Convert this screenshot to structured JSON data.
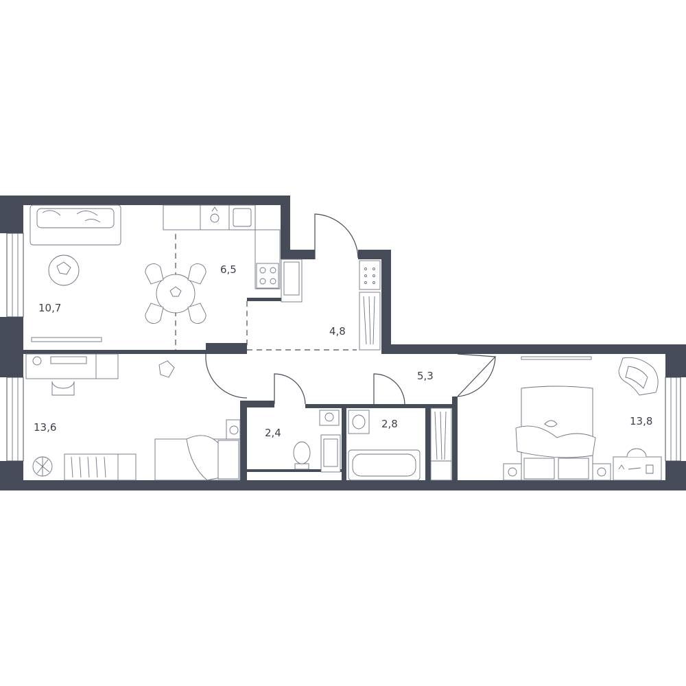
{
  "rooms": [
    {
      "id": "living",
      "area": "10,7"
    },
    {
      "id": "kitchen",
      "area": "6,5"
    },
    {
      "id": "hall",
      "area": "4,8"
    },
    {
      "id": "corridor",
      "area": "5,3"
    },
    {
      "id": "bedroom-left",
      "area": "13,6"
    },
    {
      "id": "bathroom-wc",
      "area": "2,4"
    },
    {
      "id": "bathroom-tub",
      "area": "2,8"
    },
    {
      "id": "bedroom-right",
      "area": "13,8"
    }
  ],
  "colors": {
    "wall": "#454b57",
    "background": "#ffffff",
    "furniture": "#6b7280"
  }
}
